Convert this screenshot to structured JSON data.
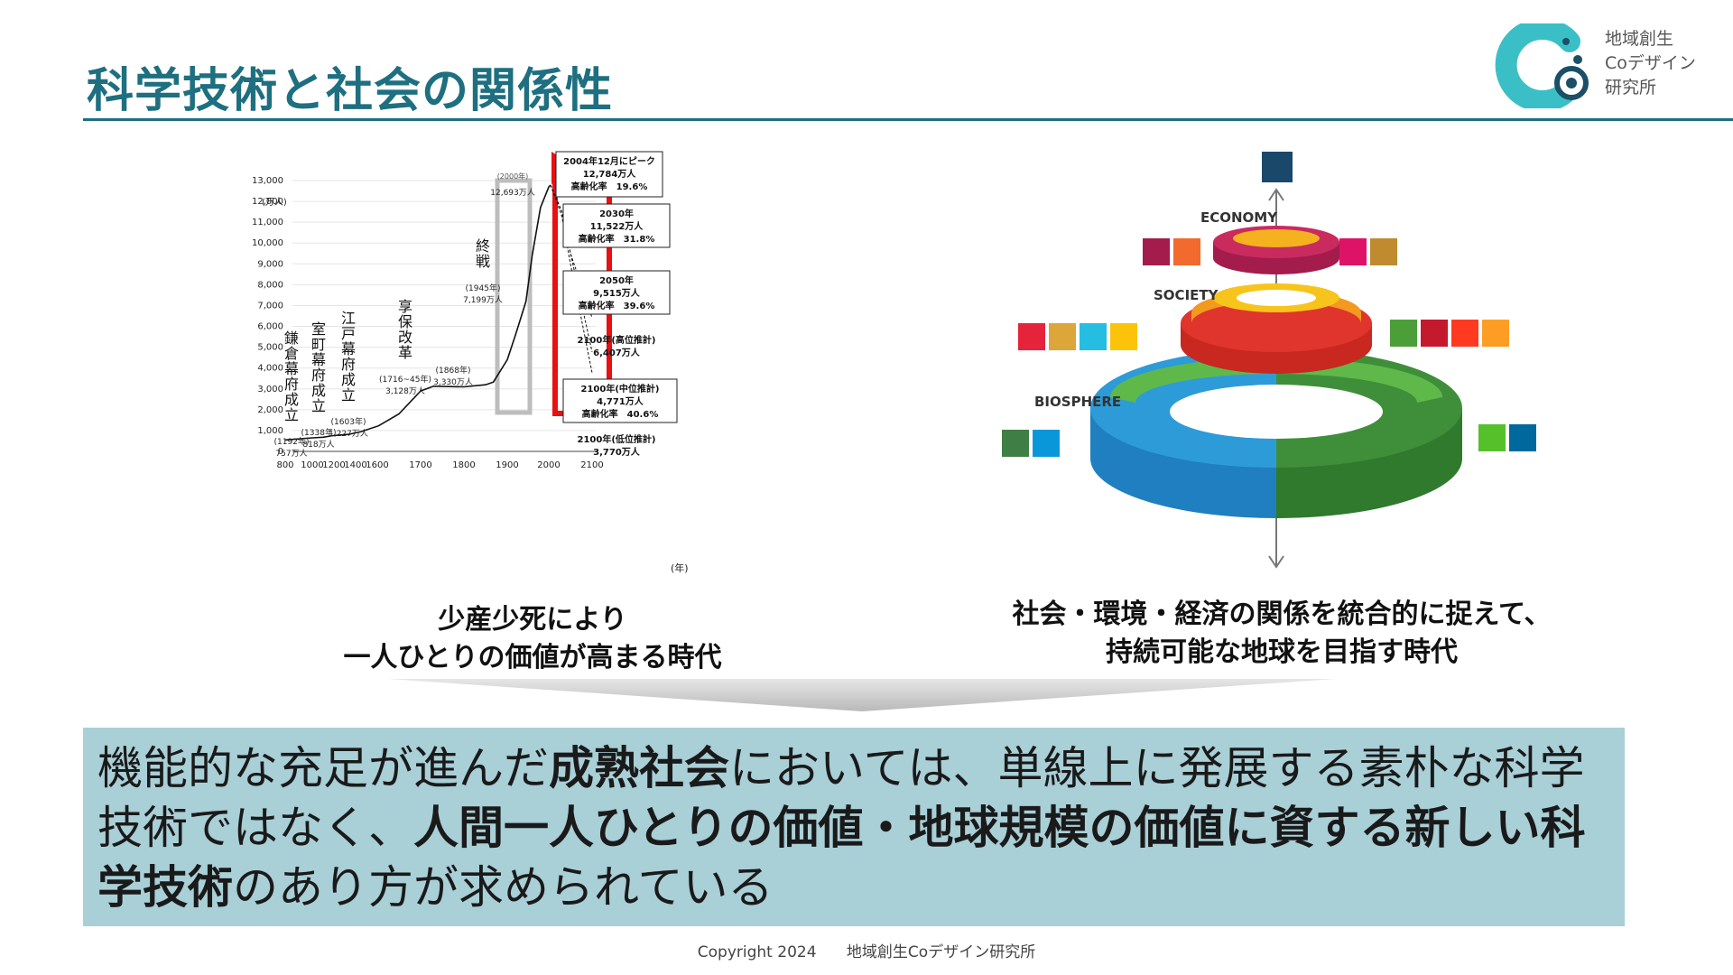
{
  "slide": {
    "title": "科学技術と社会の関係性"
  },
  "logo": {
    "text": "地域創生\nCoデザイン\n研究所",
    "accent_color": "#3bbfc6"
  },
  "population_chart": {
    "unit_label": "(万人)",
    "axis_label": "(年)",
    "events": [
      {
        "label": "鎌倉幕府成立",
        "year_note": "(1192年)",
        "value_note": "757万人"
      },
      {
        "label": "室町幕府成立",
        "year_note": "(1338年)",
        "value_note": "818万人"
      },
      {
        "label": "江戸幕府成立",
        "year_note": "(1603年)",
        "value_note": "1,227万人"
      },
      {
        "label": "享保改革",
        "year_note": "(1716~45年)",
        "value_note": "3,128万人"
      },
      {
        "label": "",
        "year_note": "(1868年)",
        "value_note": "3,330万人"
      },
      {
        "label": "終戦",
        "year_note": "(1945年)",
        "value_note": "7,199万人"
      }
    ],
    "peak_note_2000": "(2000年)",
    "peak_value_2000": "12,693万人",
    "callouts": [
      [
        "2004年12月にピーク",
        "12,784万人",
        "高齢化率　19.6%"
      ],
      [
        "2030年",
        "11,522万人",
        "高齢化率　31.8%"
      ],
      [
        "2050年",
        "9,515万人",
        "高齢化率　39.6%"
      ],
      [
        "2100年(高位推計)",
        "6,407万人"
      ],
      [
        "2100年(中位推計)",
        "4,771万人",
        "高齢化率　40.6%"
      ],
      [
        "2100年(低位推計)",
        "3,770万人"
      ]
    ]
  },
  "chart_data": {
    "type": "line",
    "title": "",
    "xlabel": "(年)",
    "ylabel": "(万人)",
    "x_ticks": [
      "800",
      "1000",
      "1200",
      "1400",
      "1600",
      "1700",
      "1800",
      "1900",
      "2000",
      "2100"
    ],
    "y_ticks": [
      "0",
      "1,000",
      "2,000",
      "3,000",
      "4,000",
      "5,000",
      "6,000",
      "7,000",
      "8,000",
      "9,000",
      "10,000",
      "11,000",
      "12,000",
      "13,000"
    ],
    "ylim": [
      0,
      13000
    ],
    "series": [
      {
        "x": [
          800,
          900,
          1000,
          1100,
          1192,
          1338,
          1450,
          1603,
          1650,
          1700,
          1730,
          1800,
          1850,
          1868,
          1900,
          1920,
          1945,
          1960,
          1980,
          2000,
          2004
        ],
        "y": [
          550,
          600,
          650,
          680,
          757,
          818,
          950,
          1227,
          1800,
          2900,
          3128,
          3100,
          3200,
          3330,
          4400,
          5600,
          7199,
          9400,
          11700,
          12693,
          12784
        ]
      },
      {
        "x": [
          2004,
          2030,
          2050,
          2100
        ],
        "y": [
          12784,
          11522,
          9515,
          6407
        ]
      },
      {
        "x": [
          2004,
          2030,
          2050,
          2100
        ],
        "y": [
          12784,
          11522,
          9515,
          4771
        ]
      },
      {
        "x": [
          2004,
          2030,
          2050,
          2100
        ],
        "y": [
          12784,
          11300,
          9000,
          3770
        ]
      }
    ],
    "grid": true,
    "legend": "none"
  },
  "sdg_diagram": {
    "labels": {
      "economy": "ECONOMY",
      "society": "SOCIETY",
      "biosphere": "BIOSPHERE"
    },
    "colors": {
      "water_blue": "#2d9bd8",
      "land_green": "#3f8f3a",
      "light_green": "#5fb94a",
      "society_red": "#e0352d",
      "society_orange": "#f29a1f",
      "society_yellow": "#f7c41c",
      "economy_pink": "#c92b5f",
      "economy_gold": "#f3b21e",
      "partnership_navy": "#19486a"
    }
  },
  "captions": {
    "left": "少産少死により\n一人ひとりの価値が高まる時代",
    "right": "社会・環境・経済の関係を統合的に捉えて、\n持続可能な地球を目指す時代"
  },
  "message": {
    "part1": "機能的な充足が進んだ",
    "bold1": "成熟社会",
    "part2": "においては、単線上に発展する素朴な科学技術ではなく、",
    "bold2": "人間一人ひとりの価値・地球規模の価値に資する新しい科学技術",
    "part3": "のあり方が求められている",
    "background_color": "#a9cfd7"
  },
  "footer": {
    "copyright": "Copyright 2024",
    "org": "地域創生Coデザイン研究所"
  }
}
